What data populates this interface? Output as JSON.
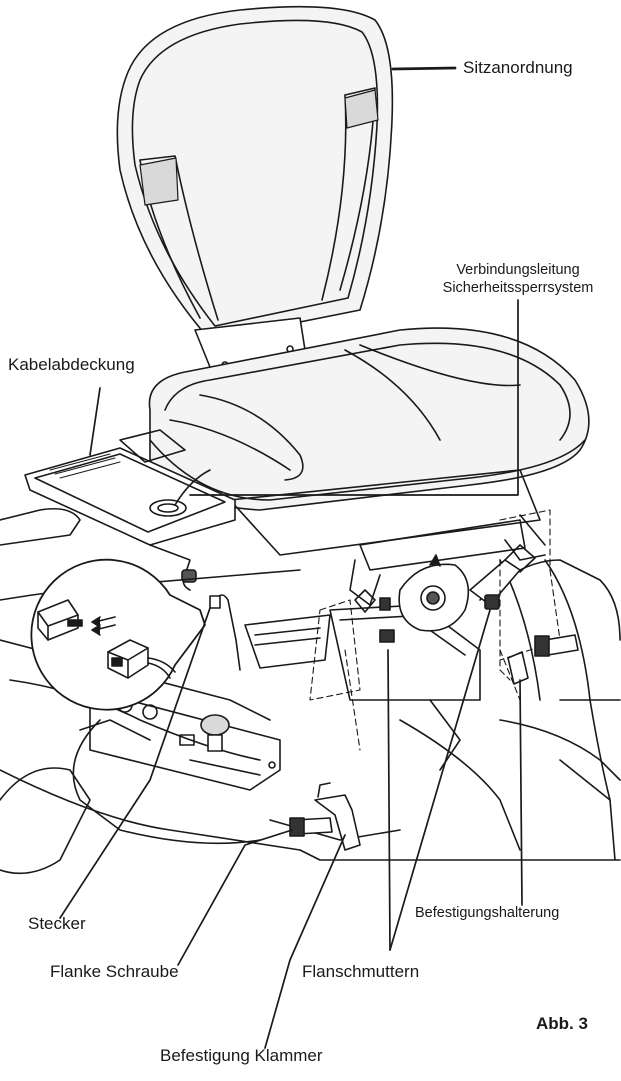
{
  "labels": {
    "seat_assembly": "Sitzanordnung",
    "safety_lock_line_1": "Verbindungsleitung",
    "safety_lock_line_2": "Sicherheitssperrsystem",
    "cable_cover": "Kabelabdeckung",
    "plug": "Stecker",
    "flange_screw": "Flanke Schraube",
    "flange_nuts": "Flanschmuttern",
    "mounting_bracket": "Befestigungshalterung",
    "mounting_clamp": "Befestigung Klammer",
    "figure": "Abb. 3"
  },
  "colors": {
    "line": "#1a1a1a",
    "seat_fill": "#f4f4f4",
    "shade": "#d9d9d9"
  }
}
